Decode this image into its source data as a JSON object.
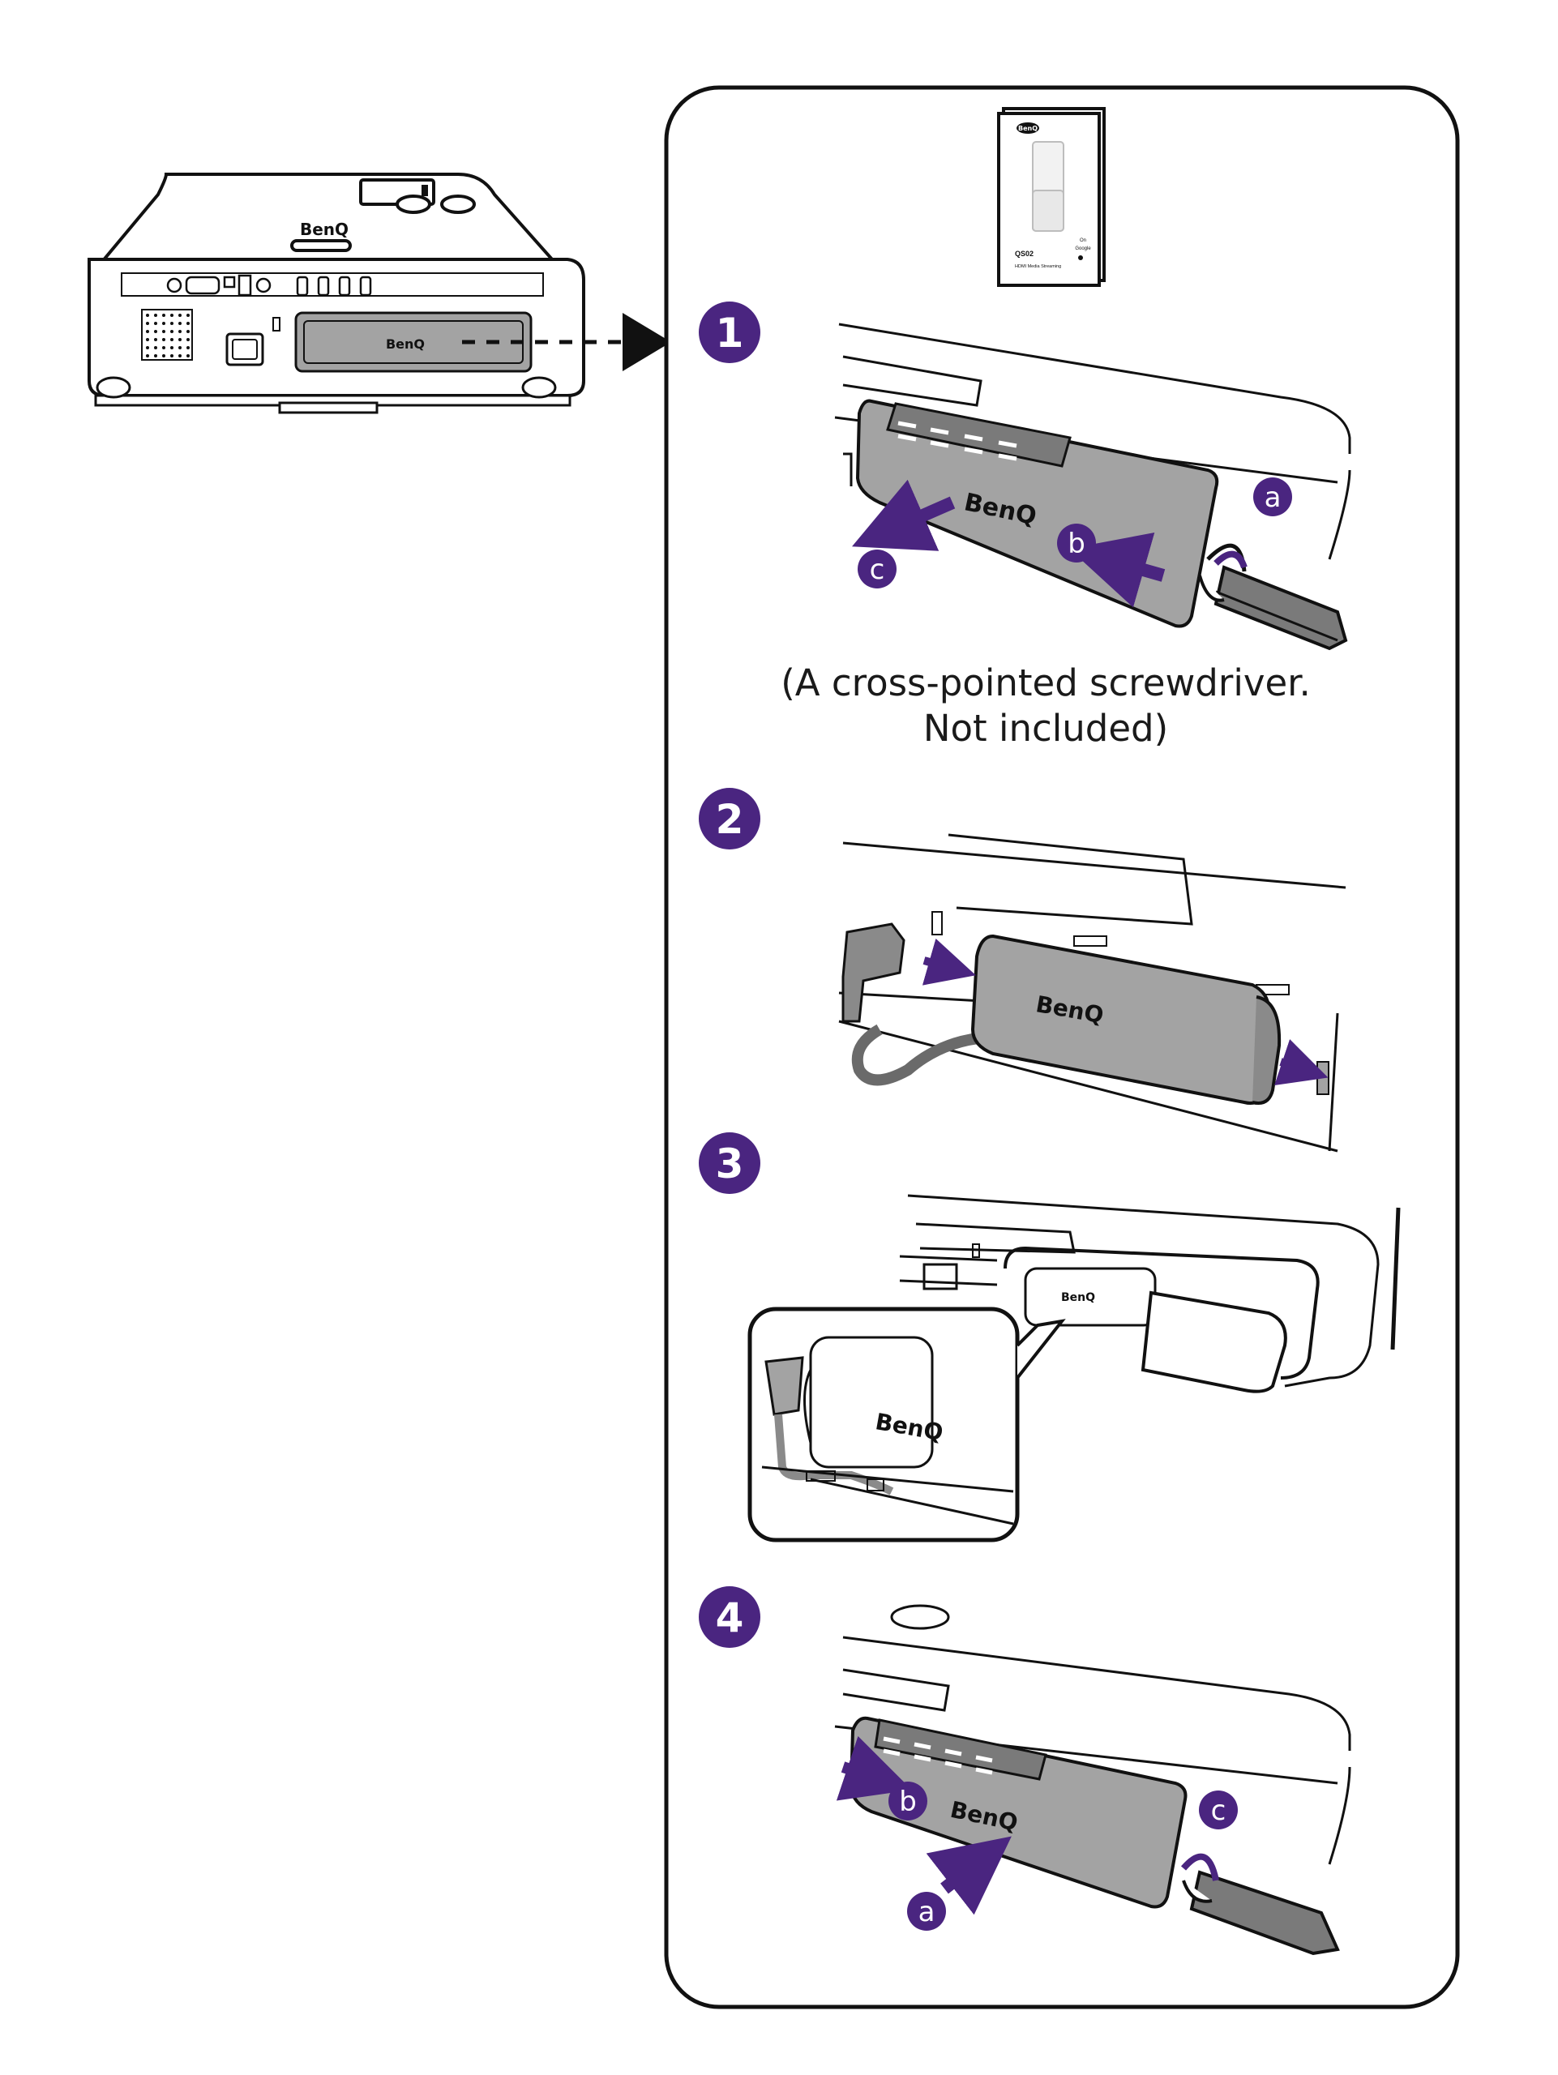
{
  "brand": {
    "logo_text": "BenQ",
    "accent_color": "#4a2580",
    "panel_gray": "#a3a3a3"
  },
  "package": {
    "logo_text": "BenQ",
    "model": "QS02",
    "subtitle": "HDMI Media Streaming",
    "badge_line1": "On",
    "badge_line2": "Google"
  },
  "caption": {
    "line1": "(A cross-pointed screwdriver.",
    "line2": "Not included)"
  },
  "steps": [
    {
      "number": "1",
      "labels": [
        "a",
        "b",
        "c"
      ]
    },
    {
      "number": "2",
      "labels": []
    },
    {
      "number": "3",
      "labels": []
    },
    {
      "number": "4",
      "labels": [
        "a",
        "b",
        "c"
      ]
    }
  ]
}
